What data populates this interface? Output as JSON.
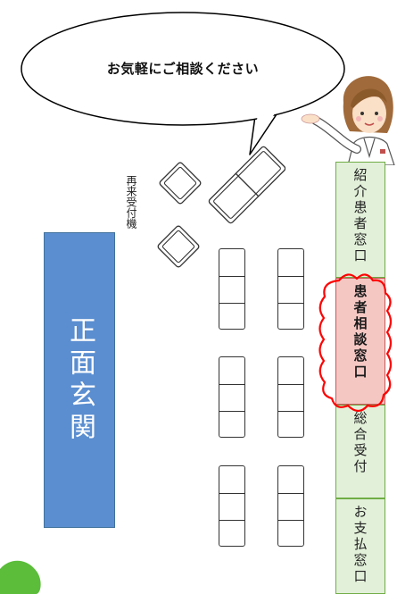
{
  "bubble": {
    "text": "お気軽にご相談ください"
  },
  "entrance": {
    "label": "正面玄関"
  },
  "kiosk": {
    "label": "再来受付機"
  },
  "counters": [
    {
      "label": "紹介患者窓口",
      "highlighted": false
    },
    {
      "label": "患者相談窓口",
      "highlighted": true
    },
    {
      "label": "総合受付",
      "highlighted": false
    },
    {
      "label": "お支払窓口",
      "highlighted": false
    }
  ],
  "colors": {
    "entrance": "#5b8ed0",
    "counter": "#e2f0d9",
    "counter_border": "#70ad47",
    "highlight": "#f4c7c3",
    "highlight_outline": "#ff0000"
  }
}
